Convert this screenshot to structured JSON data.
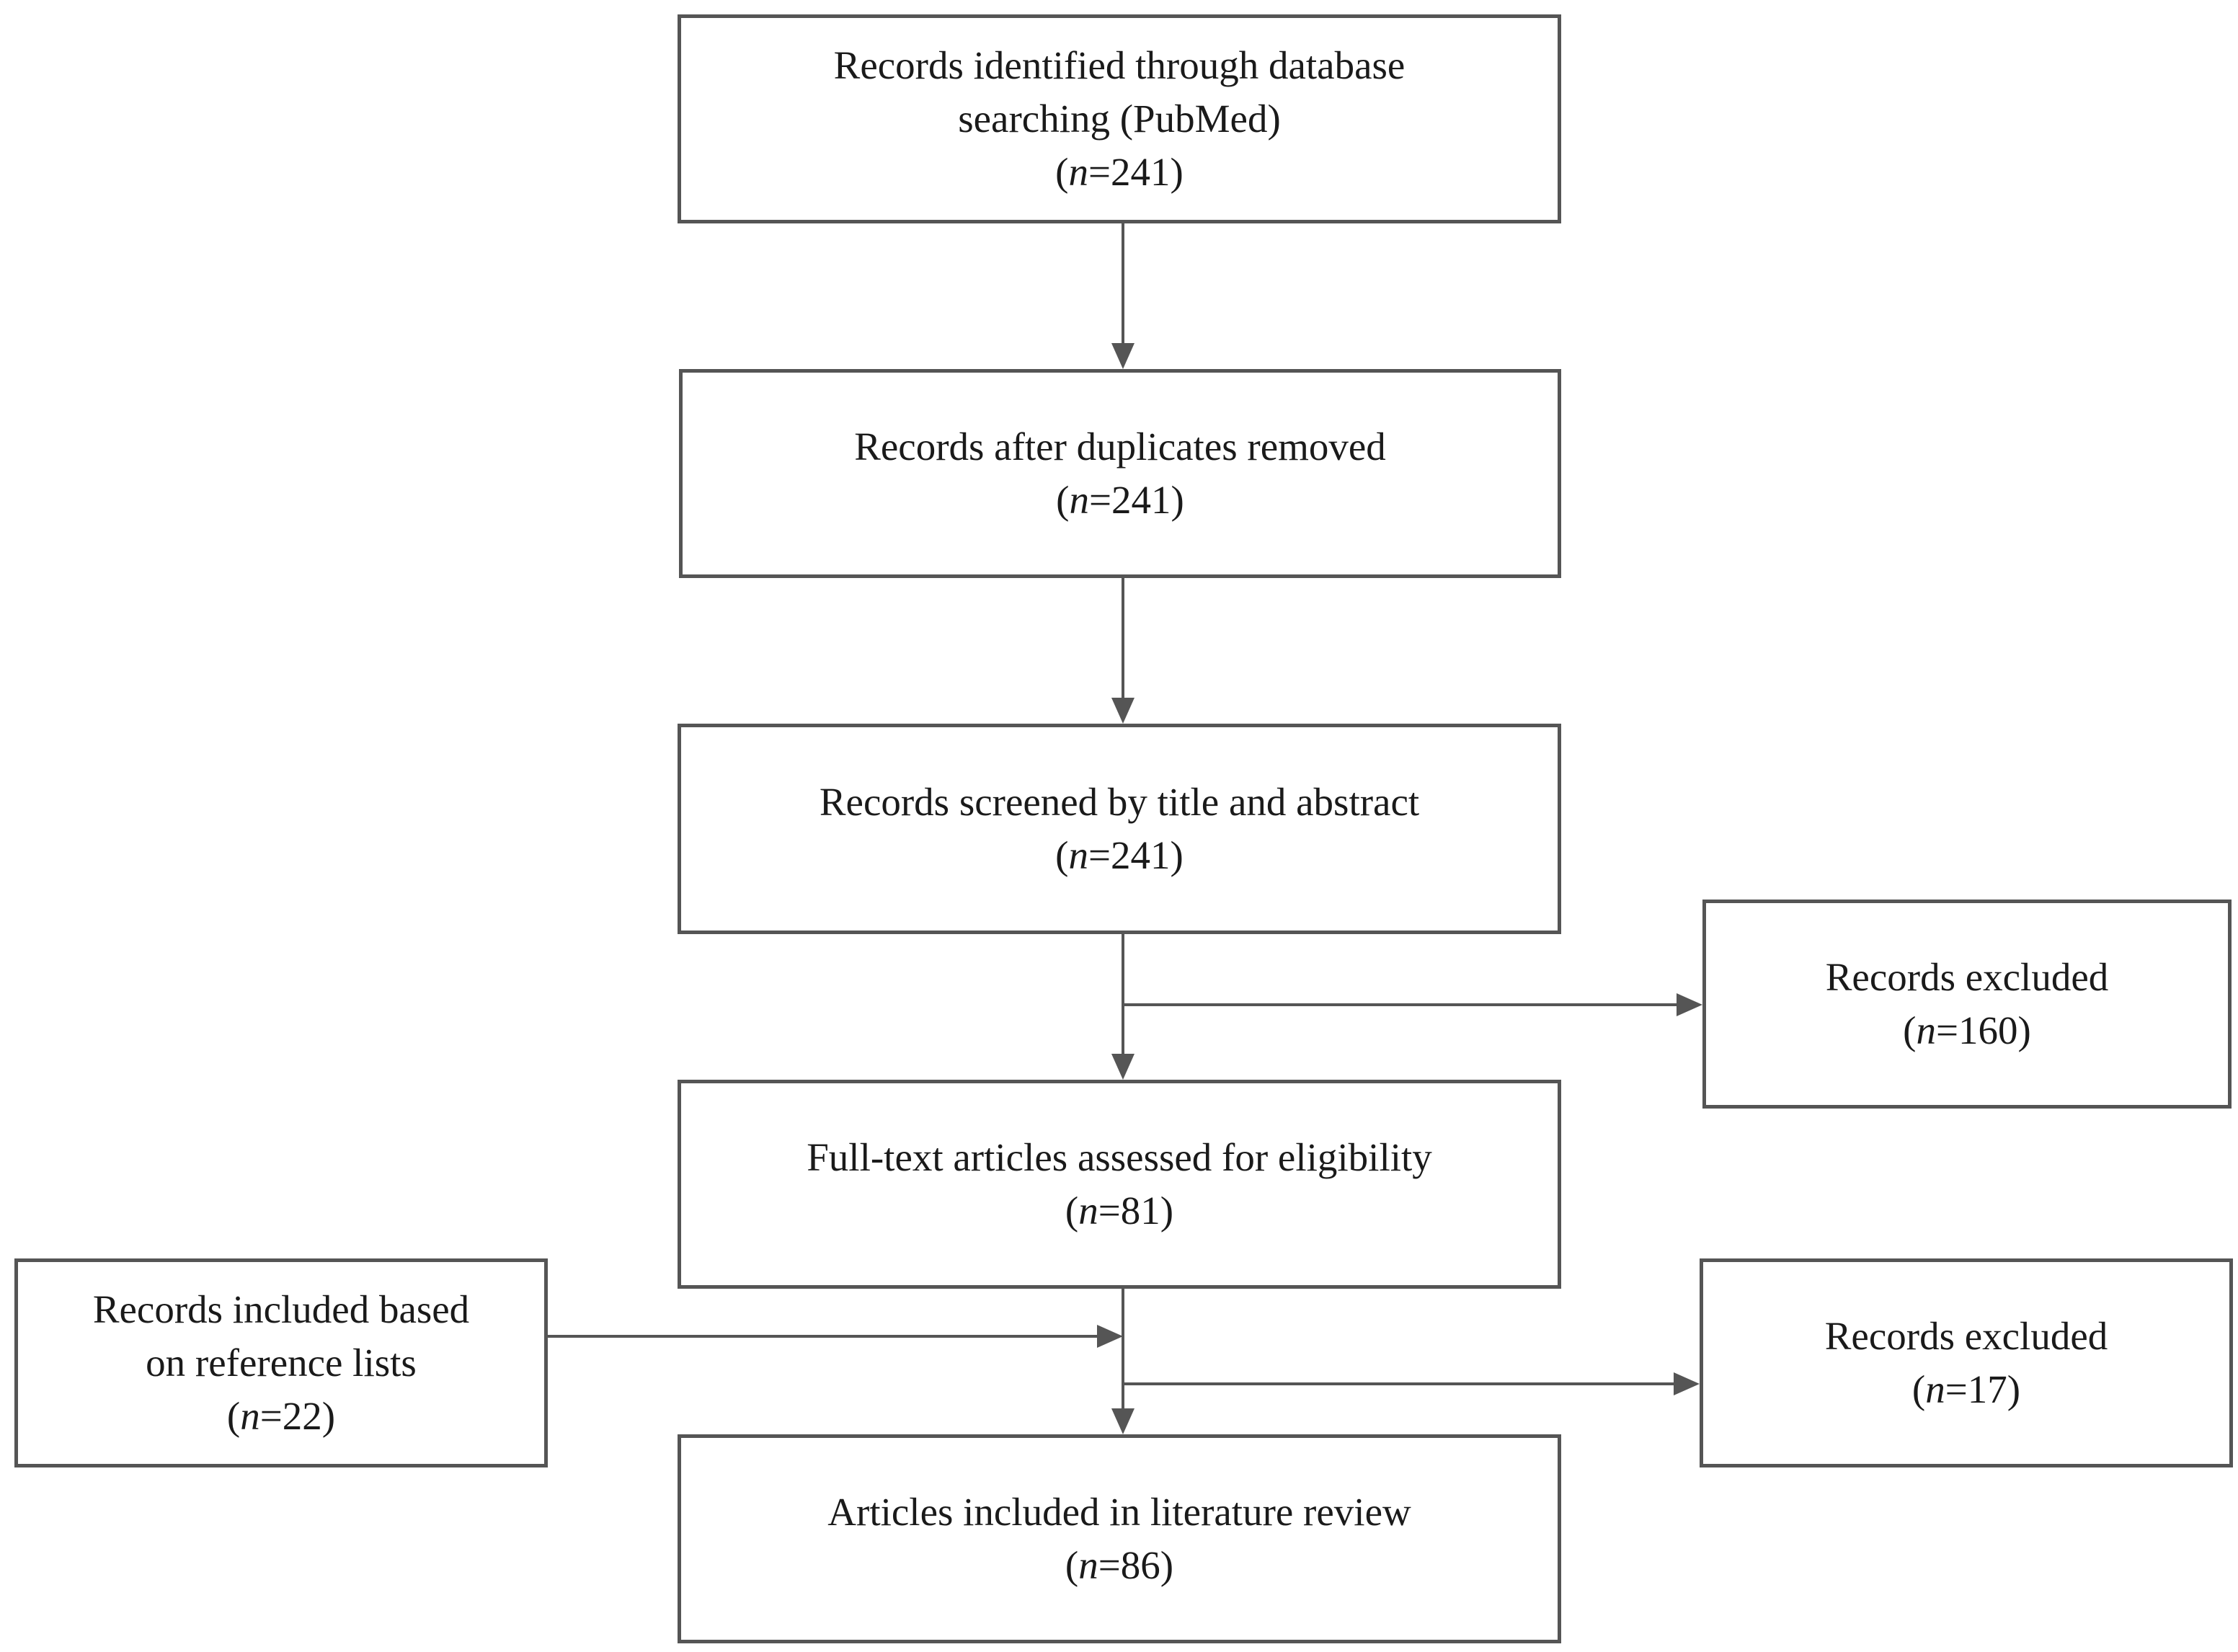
{
  "flowchart": {
    "identified": {
      "lines": [
        "Records identified through database",
        "searching (PubMed)"
      ],
      "n_label": "n",
      "n_value": "=241"
    },
    "duplicates_removed": {
      "lines": [
        "Records after duplicates removed"
      ],
      "n_label": "n",
      "n_value": "=241"
    },
    "screened": {
      "lines": [
        "Records screened by title and abstract"
      ],
      "n_label": "n",
      "n_value": "=241"
    },
    "excluded_screening": {
      "lines": [
        "Records excluded"
      ],
      "n_label": "n",
      "n_value": "=160"
    },
    "full_text": {
      "lines": [
        "Full-text articles assessed for eligibility"
      ],
      "n_label": "n",
      "n_value": "=81"
    },
    "reference_lists": {
      "lines": [
        "Records included based",
        "on reference lists"
      ],
      "n_label": "n",
      "n_value": "=22"
    },
    "excluded_full_text": {
      "lines": [
        "Records excluded"
      ],
      "n_label": "n",
      "n_value": "=17"
    },
    "included": {
      "lines": [
        "Articles included in literature review"
      ],
      "n_label": "n",
      "n_value": "=86"
    }
  },
  "colors": {
    "border": "#555555",
    "text": "#1a1a1a",
    "background": "#ffffff"
  }
}
